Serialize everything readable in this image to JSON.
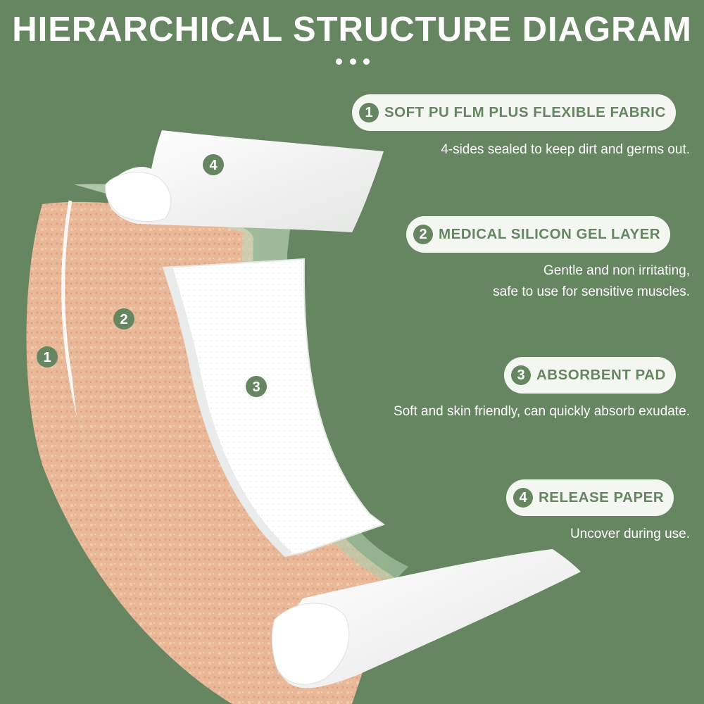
{
  "title": "HIERARCHICAL STRUCTURE DIAGRAM",
  "colors": {
    "background": "#668661",
    "accent": "#668661",
    "pill": "#f4f6f1",
    "skin": "#e7b898"
  },
  "layers": [
    {
      "number": "1",
      "label": "SOFT PU FLM PLUS FLEXIBLE FABRIC",
      "description": [
        "4-sides sealed to keep dirt and germs out."
      ]
    },
    {
      "number": "2",
      "label": "MEDICAL SILICON GEL LAYER",
      "description": [
        "Gentle and non irritating,",
        "safe to use for sensitive muscles."
      ]
    },
    {
      "number": "3",
      "label": "ABSORBENT PAD",
      "description": [
        "Soft and skin friendly, can quickly absorb exudate."
      ]
    },
    {
      "number": "4",
      "label": "RELEASE PAPER",
      "description": [
        "Uncover during use."
      ]
    }
  ]
}
